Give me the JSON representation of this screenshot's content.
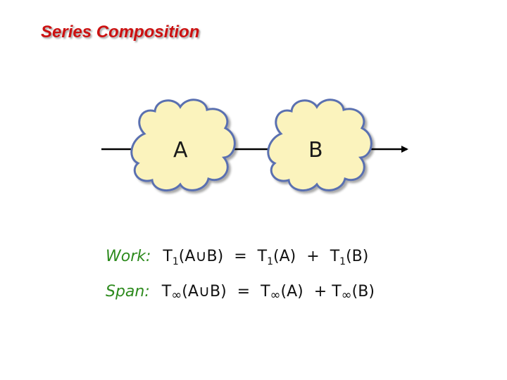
{
  "title": "Series Composition",
  "diagram": {
    "clouds": [
      {
        "label": "A"
      },
      {
        "label": "B"
      }
    ],
    "cloud_fill": "#fbf3bd",
    "cloud_stroke": "#5a6fb0",
    "arrow_color": "#000000"
  },
  "work": {
    "label": "Work:",
    "t": "T",
    "sub": "1",
    "union_expr": "(A∪B)",
    "eq": "=",
    "a_expr": "(A)",
    "plus": "+",
    "b_expr": "(B)"
  },
  "span": {
    "label": "Span:",
    "t": "T",
    "sub": "∞",
    "union_expr": "(A∪B)",
    "eq": "=",
    "a_expr": "(A)",
    "plus": "+",
    "b_expr": "(B)"
  },
  "colors": {
    "title": "#cc1111",
    "formula_label": "#2e8b1e"
  }
}
